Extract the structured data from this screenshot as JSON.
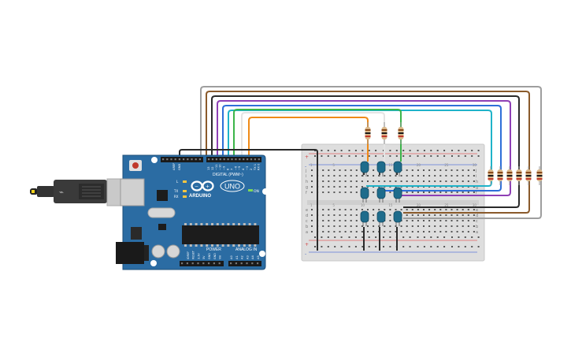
{
  "board": {
    "digital_label": "DIGITAL (PWM~)",
    "brand": "ARDUINO",
    "model": "UNO",
    "on_label": "ON",
    "power_label": "POWER",
    "analog_label": "ANALOG IN",
    "led_l": "L",
    "led_tx": "TX",
    "led_rx": "RX",
    "aref": "AREF",
    "gnd": "GND",
    "pin_labels": [
      "13",
      "12",
      "~11",
      "~10",
      "~9",
      "8",
      "7",
      "~6",
      "~5",
      "4",
      "~3",
      "2",
      "TX 1",
      "RX 0"
    ],
    "power_pins": [
      "IOREF",
      "RESET",
      "3.3V",
      "5V",
      "GND",
      "GND",
      "Vin"
    ],
    "analog_pins": [
      "A0",
      "A1",
      "A2",
      "A3",
      "A4",
      "A5"
    ]
  },
  "breadboard": {
    "row_letters_top": [
      "j",
      "i",
      "h",
      "g",
      "f"
    ],
    "row_letters_bottom": [
      "e",
      "d",
      "c",
      "b",
      "a"
    ],
    "col_numbers": [
      "1",
      "5",
      "10",
      "15",
      "20",
      "25",
      "30"
    ]
  },
  "wire_colors": {
    "gray": "#9e9e9e",
    "brown": "#8a5a2b",
    "black": "#2a2a2a",
    "purple": "#8e3fb5",
    "blue": "#2e6fd8",
    "cyan": "#1fb3c9",
    "green": "#3cb54a",
    "white": "#e8e8e8",
    "orange": "#ef8a17"
  },
  "colors": {
    "board": "#2b6ca3",
    "board_dark": "#1f4f7a",
    "breadboard": "#dedede",
    "led": "#1e6c8c"
  }
}
